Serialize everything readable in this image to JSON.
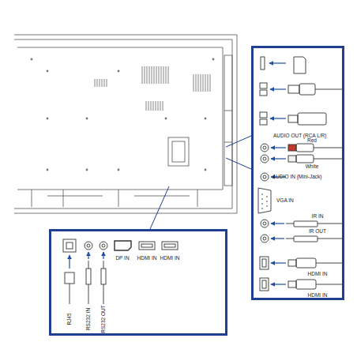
{
  "diagram": {
    "nodes": [
      {
        "text": [
          "AUDIO OUT (RCA L/R)",
          "Red",
          "White",
          "AUDIO IN (Mini-Jack)",
          "VGA IN",
          "IR IN",
          "IR OUT",
          "HDMI IN",
          "HDMI IN"
        ]
      },
      {
        "text": [
          "RJ45",
          "RS232 IN",
          "RS232 OUT",
          "DP IN",
          "HDMI IN",
          "HDMI IN"
        ]
      }
    ]
  }
}
